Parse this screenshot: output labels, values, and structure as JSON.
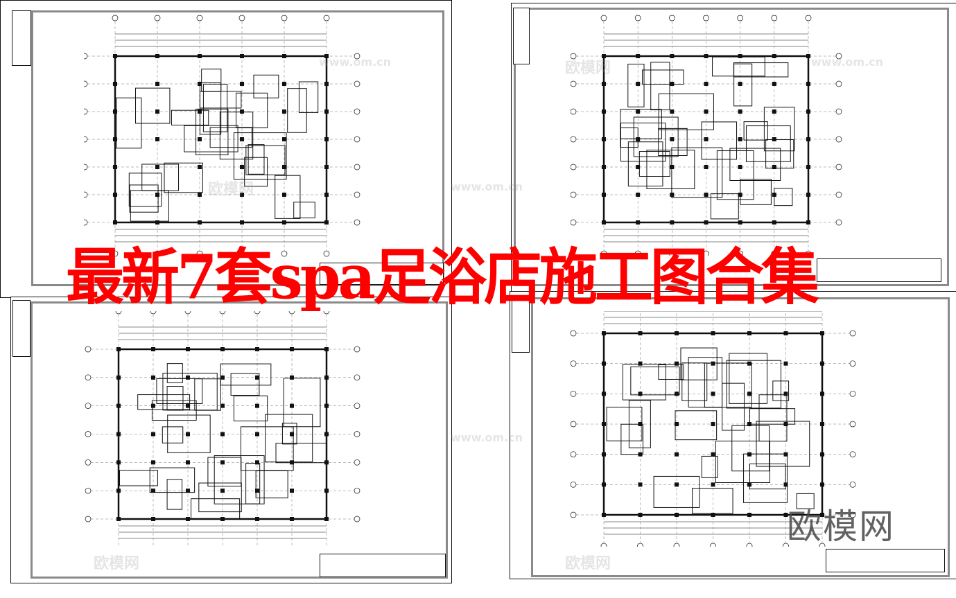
{
  "headline": "最新7套spa足浴店施工图合集",
  "watermark": {
    "brand": "欧模网",
    "url": "www.om.cn"
  },
  "colors": {
    "headline": "#ff0000",
    "drawing_lines": "#111111",
    "frame": "#8a8a8a"
  },
  "sheets": [
    {
      "id": "top-left"
    },
    {
      "id": "top-right"
    },
    {
      "id": "bottom-left"
    },
    {
      "id": "bottom-right"
    }
  ]
}
